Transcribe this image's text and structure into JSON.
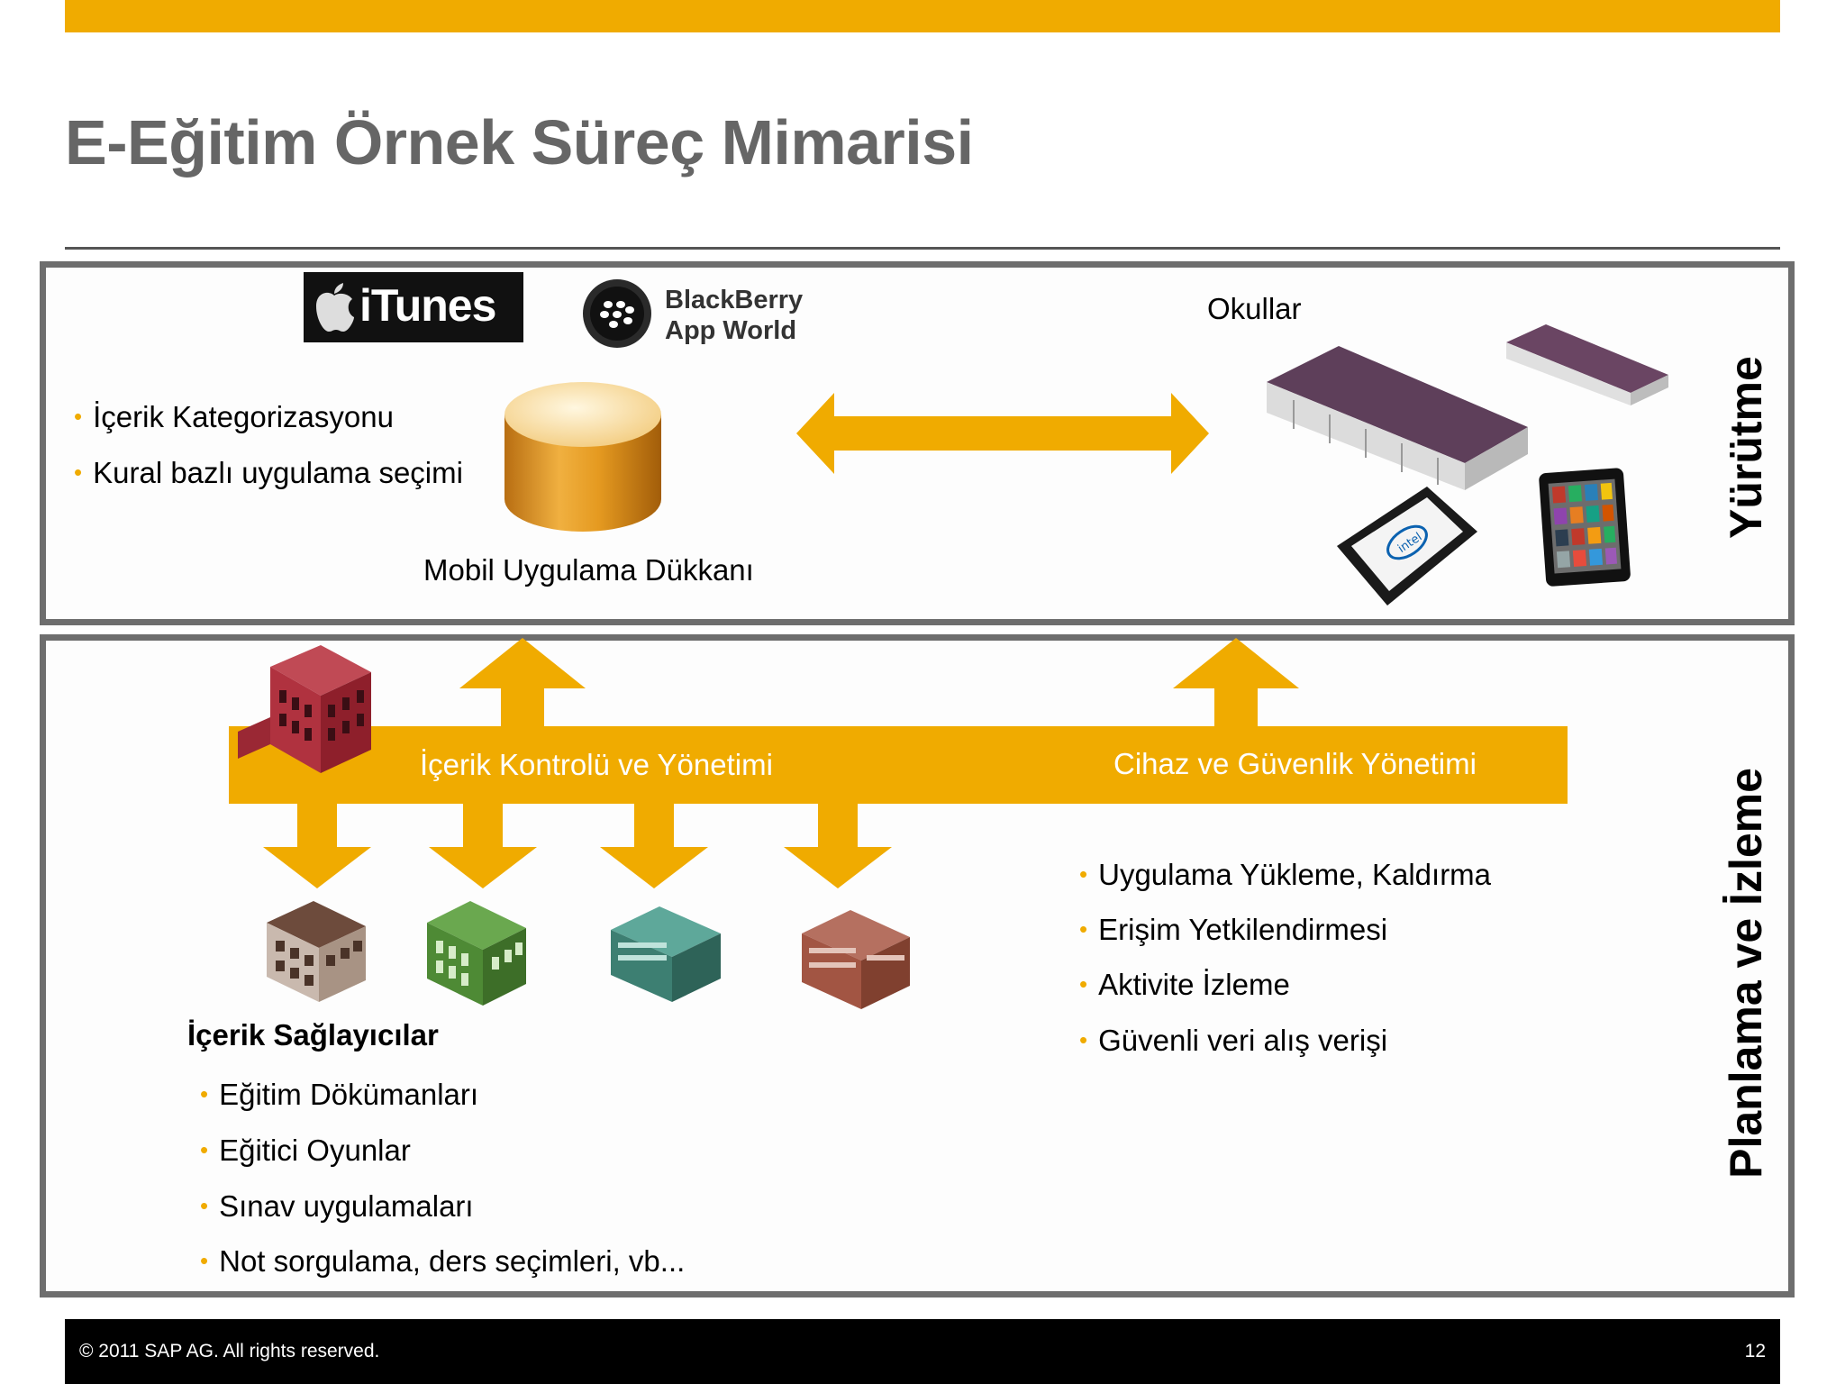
{
  "title": "E-Eğitim Örnek Süreç Mimarisi",
  "top_panel": {
    "itunes_label": "iTunes",
    "blackberry_line1": "BlackBerry",
    "blackberry_line2": "App World",
    "bullets": [
      "İçerik Kategorizasyonu",
      "Kural bazlı uygulama seçimi"
    ],
    "store_label": "Mobil Uygulama Dükkanı",
    "schools_label": "Okullar",
    "intel_label": "intel",
    "side_label": "Yürütme"
  },
  "bottom_panel": {
    "bar_left_label": "İçerik Kontrolü ve Yönetimi",
    "bar_right_label": "Cihaz ve Güvenlik Yönetimi",
    "providers_heading": "İçerik Sağlayıcılar",
    "provider_bullets": [
      "Eğitim Dökümanları",
      "Eğitici Oyunlar",
      "Sınav uygulamaları",
      "Not sorgulama, ders seçimleri, vb..."
    ],
    "device_bullets": [
      "Uygulama  Yükleme, Kaldırma",
      "Erişim Yetkilendirmesi",
      "Aktivite İzleme",
      "Güvenli veri alış verişi"
    ],
    "side_label": "Planlama ve İzleme"
  },
  "footer": {
    "copyright": "©  2011 SAP AG. All rights reserved.",
    "page_number": "12"
  },
  "colors": {
    "accent": "#f0ab00",
    "title_gray": "#666666",
    "frame_gray": "#6e6e6e",
    "footer_bg": "#000000"
  },
  "icons": [
    "apple-icon",
    "blackberry-icon",
    "database-icon",
    "double-arrow-icon",
    "school-building-icon",
    "tablet-icon",
    "ipad-icon",
    "red-building-icon",
    "building-icon"
  ]
}
